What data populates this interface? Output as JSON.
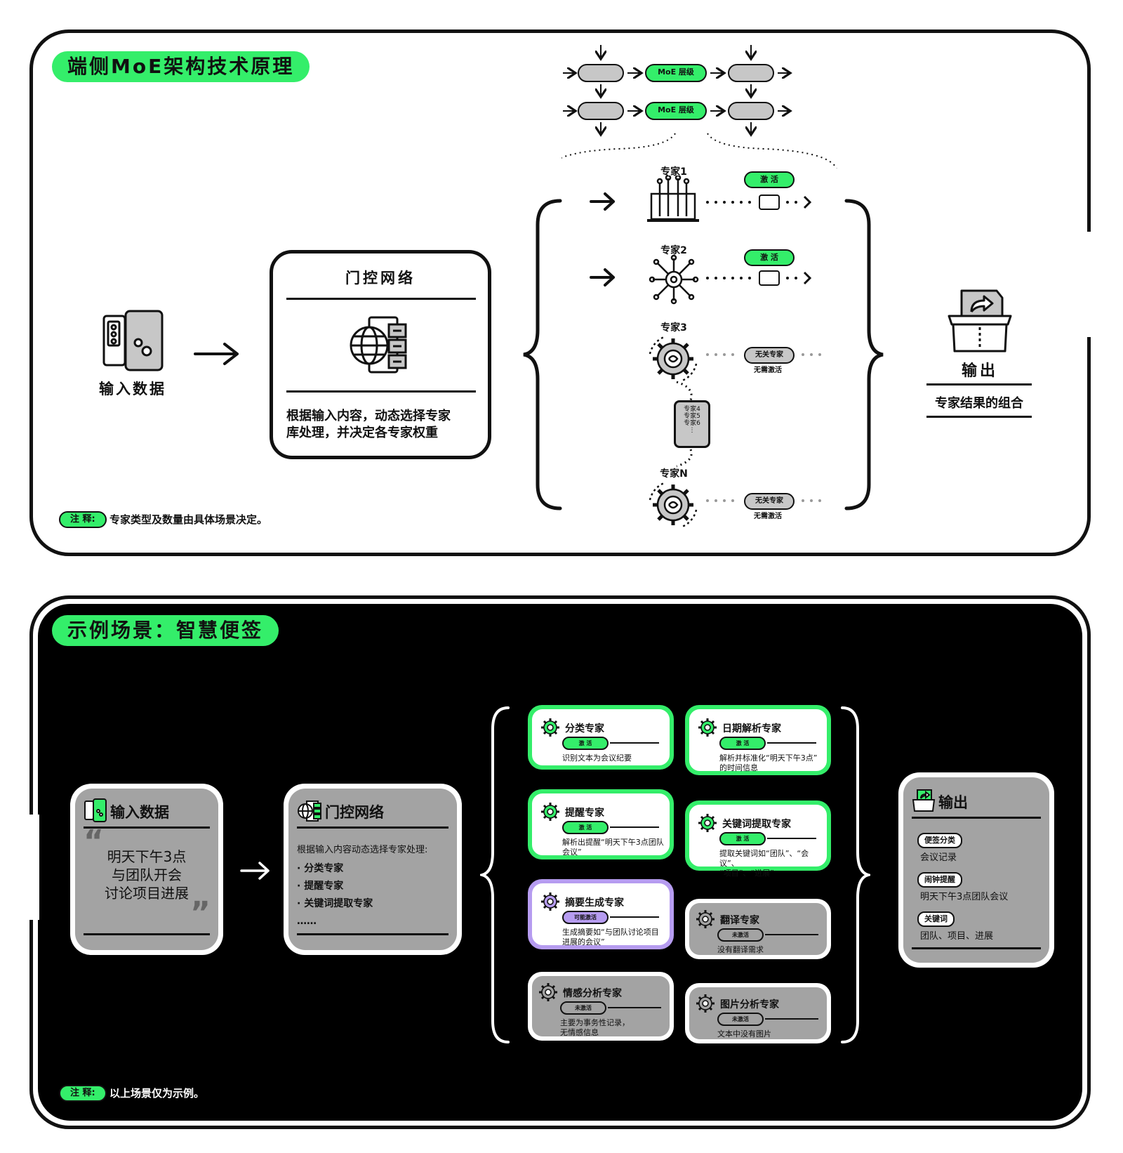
{
  "top": {
    "title": "端侧MoE架构技术原理",
    "moe_layer_label": "MoE 层级",
    "input_label": "输入数据",
    "gate": {
      "title": "门控网络",
      "desc_line1": "根据输入内容，动态选择专家",
      "desc_line2": "库处理，并决定各专家权重"
    },
    "experts": [
      {
        "name": "专家1",
        "status": "激 活"
      },
      {
        "name": "专家2",
        "status": "激 活"
      },
      {
        "name": "专家3",
        "status": "无关专家",
        "sub": "无需激活"
      },
      {
        "name": "专家N",
        "status": "无关专家",
        "sub": "无需激活"
      }
    ],
    "mid_stack": [
      "专家4",
      "专家5",
      "专家6",
      "⋮"
    ],
    "output": {
      "label": "输出",
      "desc": "专家结果的组合"
    },
    "note_tag": "注 释:",
    "note_text": "专家类型及数量由具体场景决定。"
  },
  "bottom": {
    "title": "示例场景：智慧便签",
    "input": {
      "title": "输入数据",
      "quote_open": "“",
      "quote_close": "”",
      "lines": [
        "明天下午3点",
        "与团队开会",
        "讨论项目进展"
      ]
    },
    "gate": {
      "title": "门控网络",
      "intro": "根据输入内容动态选择专家处理:",
      "items": [
        "· 分类专家",
        "· 提醒专家",
        "· 关键词提取专家",
        "……"
      ]
    },
    "experts": [
      {
        "name": "分类专家",
        "status": "激 活",
        "desc": "识别文本为会议纪要"
      },
      {
        "name": "日期解析专家",
        "status": "激 活",
        "desc": "解析并标准化“明天下午3点”\n的时间信息"
      },
      {
        "name": "提醒专家",
        "status": "激 活",
        "desc": "解析出提醒“明天下午3点团队\n会议”"
      },
      {
        "name": "关键词提取专家",
        "status": "激 活",
        "desc": "提取关键词如“团队”、“会议”、\n“项目”、“进展”"
      },
      {
        "name": "摘要生成专家",
        "status": "可能激活",
        "desc": "生成摘要如“与团队讨论项目\n进展的会议”"
      },
      {
        "name": "翻译专家",
        "status": "未激活",
        "desc": "没有翻译需求"
      },
      {
        "name": "情感分析专家",
        "status": "未激活",
        "desc": "主要为事务性记录，\n无情感信息"
      },
      {
        "name": "图片分析专家",
        "status": "未激活",
        "desc": "文本中没有图片"
      }
    ],
    "output": {
      "title": "输出",
      "groups": [
        {
          "tag": "便签分类",
          "value": "会议记录"
        },
        {
          "tag": "闹钟提醒",
          "value": "明天下午3点团队会议"
        },
        {
          "tag": "关键词",
          "value": "团队、项目、进展"
        }
      ]
    },
    "note_tag": "注 释:",
    "note_text": "以上场景仅为示例。"
  },
  "colors": {
    "accent": "#34ee6a",
    "purple": "#b69cf0",
    "gray": "#a3a3a3",
    "dark": "#111111"
  }
}
